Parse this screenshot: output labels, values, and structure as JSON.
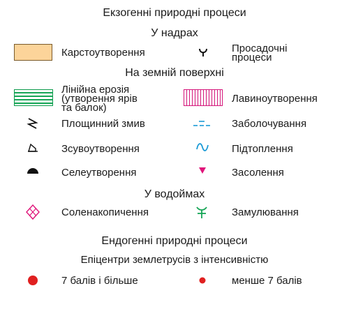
{
  "titles": {
    "exogenous": "Екзогенні природні процеси",
    "underground": "У надрах",
    "surface": "На земній поверхні",
    "water": "У водоймах",
    "endogenous": "Ендогенні природні процеси",
    "epicenters": "Епіцентри землетрусів з інтенсивністю"
  },
  "items": {
    "karst": "Карстоутворення",
    "subsidence_1": "Просадочні",
    "subsidence_2": "процеси",
    "erosion_1": "Лінійна ерозія",
    "erosion_2": "(утворення ярів",
    "erosion_3": "та балок)",
    "avalanche": "Лавиноутворення",
    "sheet_wash": "Площинний змив",
    "waterlogging": "Заболочування",
    "landslide": "Зсувоутворення",
    "flooding": "Підтоплення",
    "mudflow": "Селеутворення",
    "salinization": "Засолення",
    "salt_accumulation": "Соленакопичення",
    "silting": "Замулювання",
    "quake_strong": "7 балів і більше",
    "quake_weak": "менше 7 балів"
  },
  "colors": {
    "karst_fill": "#fcd49a",
    "erosion_green": "#17a657",
    "avalanche_magenta": "#d4157a",
    "waterlogging_blue": "#1a9ad6",
    "flooding_cyan": "#1a9ad6",
    "salinization_magenta": "#e0157a",
    "silting_green": "#17a657",
    "quake_red": "#e02020"
  },
  "icons": {
    "subsidence": "subsidence-icon",
    "sheet_wash": "sheet-wash-icon",
    "landslide": "landslide-icon",
    "mudflow": "mudflow-icon",
    "waterlogging": "waterlogging-icon",
    "flooding": "flooding-icon",
    "salinization": "salinization-icon",
    "salt_accumulation": "salt-accumulation-icon",
    "silting": "silting-icon"
  }
}
